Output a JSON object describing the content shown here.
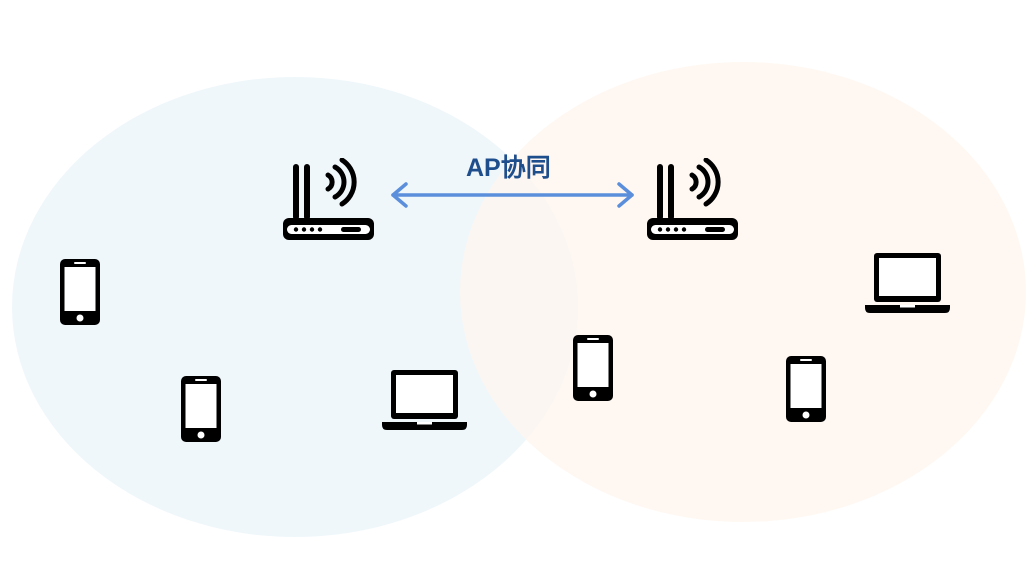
{
  "link_label": "AP协同",
  "colors": {
    "left_zone": "#eef6fb",
    "right_zone": "#fff8f2",
    "arrow": "#5b8fdc",
    "label": "#1f4e8c",
    "icon": "#000000"
  },
  "nodes": [
    {
      "name": "router-left",
      "icon": "wifi-router-icon"
    },
    {
      "name": "router-right",
      "icon": "wifi-router-icon"
    },
    {
      "name": "phone-1",
      "icon": "smartphone-icon"
    },
    {
      "name": "phone-2",
      "icon": "smartphone-icon"
    },
    {
      "name": "laptop-1",
      "icon": "laptop-icon"
    },
    {
      "name": "phone-3",
      "icon": "smartphone-icon"
    },
    {
      "name": "phone-4",
      "icon": "smartphone-icon"
    },
    {
      "name": "laptop-2",
      "icon": "laptop-icon"
    }
  ],
  "edges": [
    {
      "from": "router-left",
      "to": "router-right",
      "label_ref": "link_label",
      "direction": "bidirectional"
    }
  ]
}
